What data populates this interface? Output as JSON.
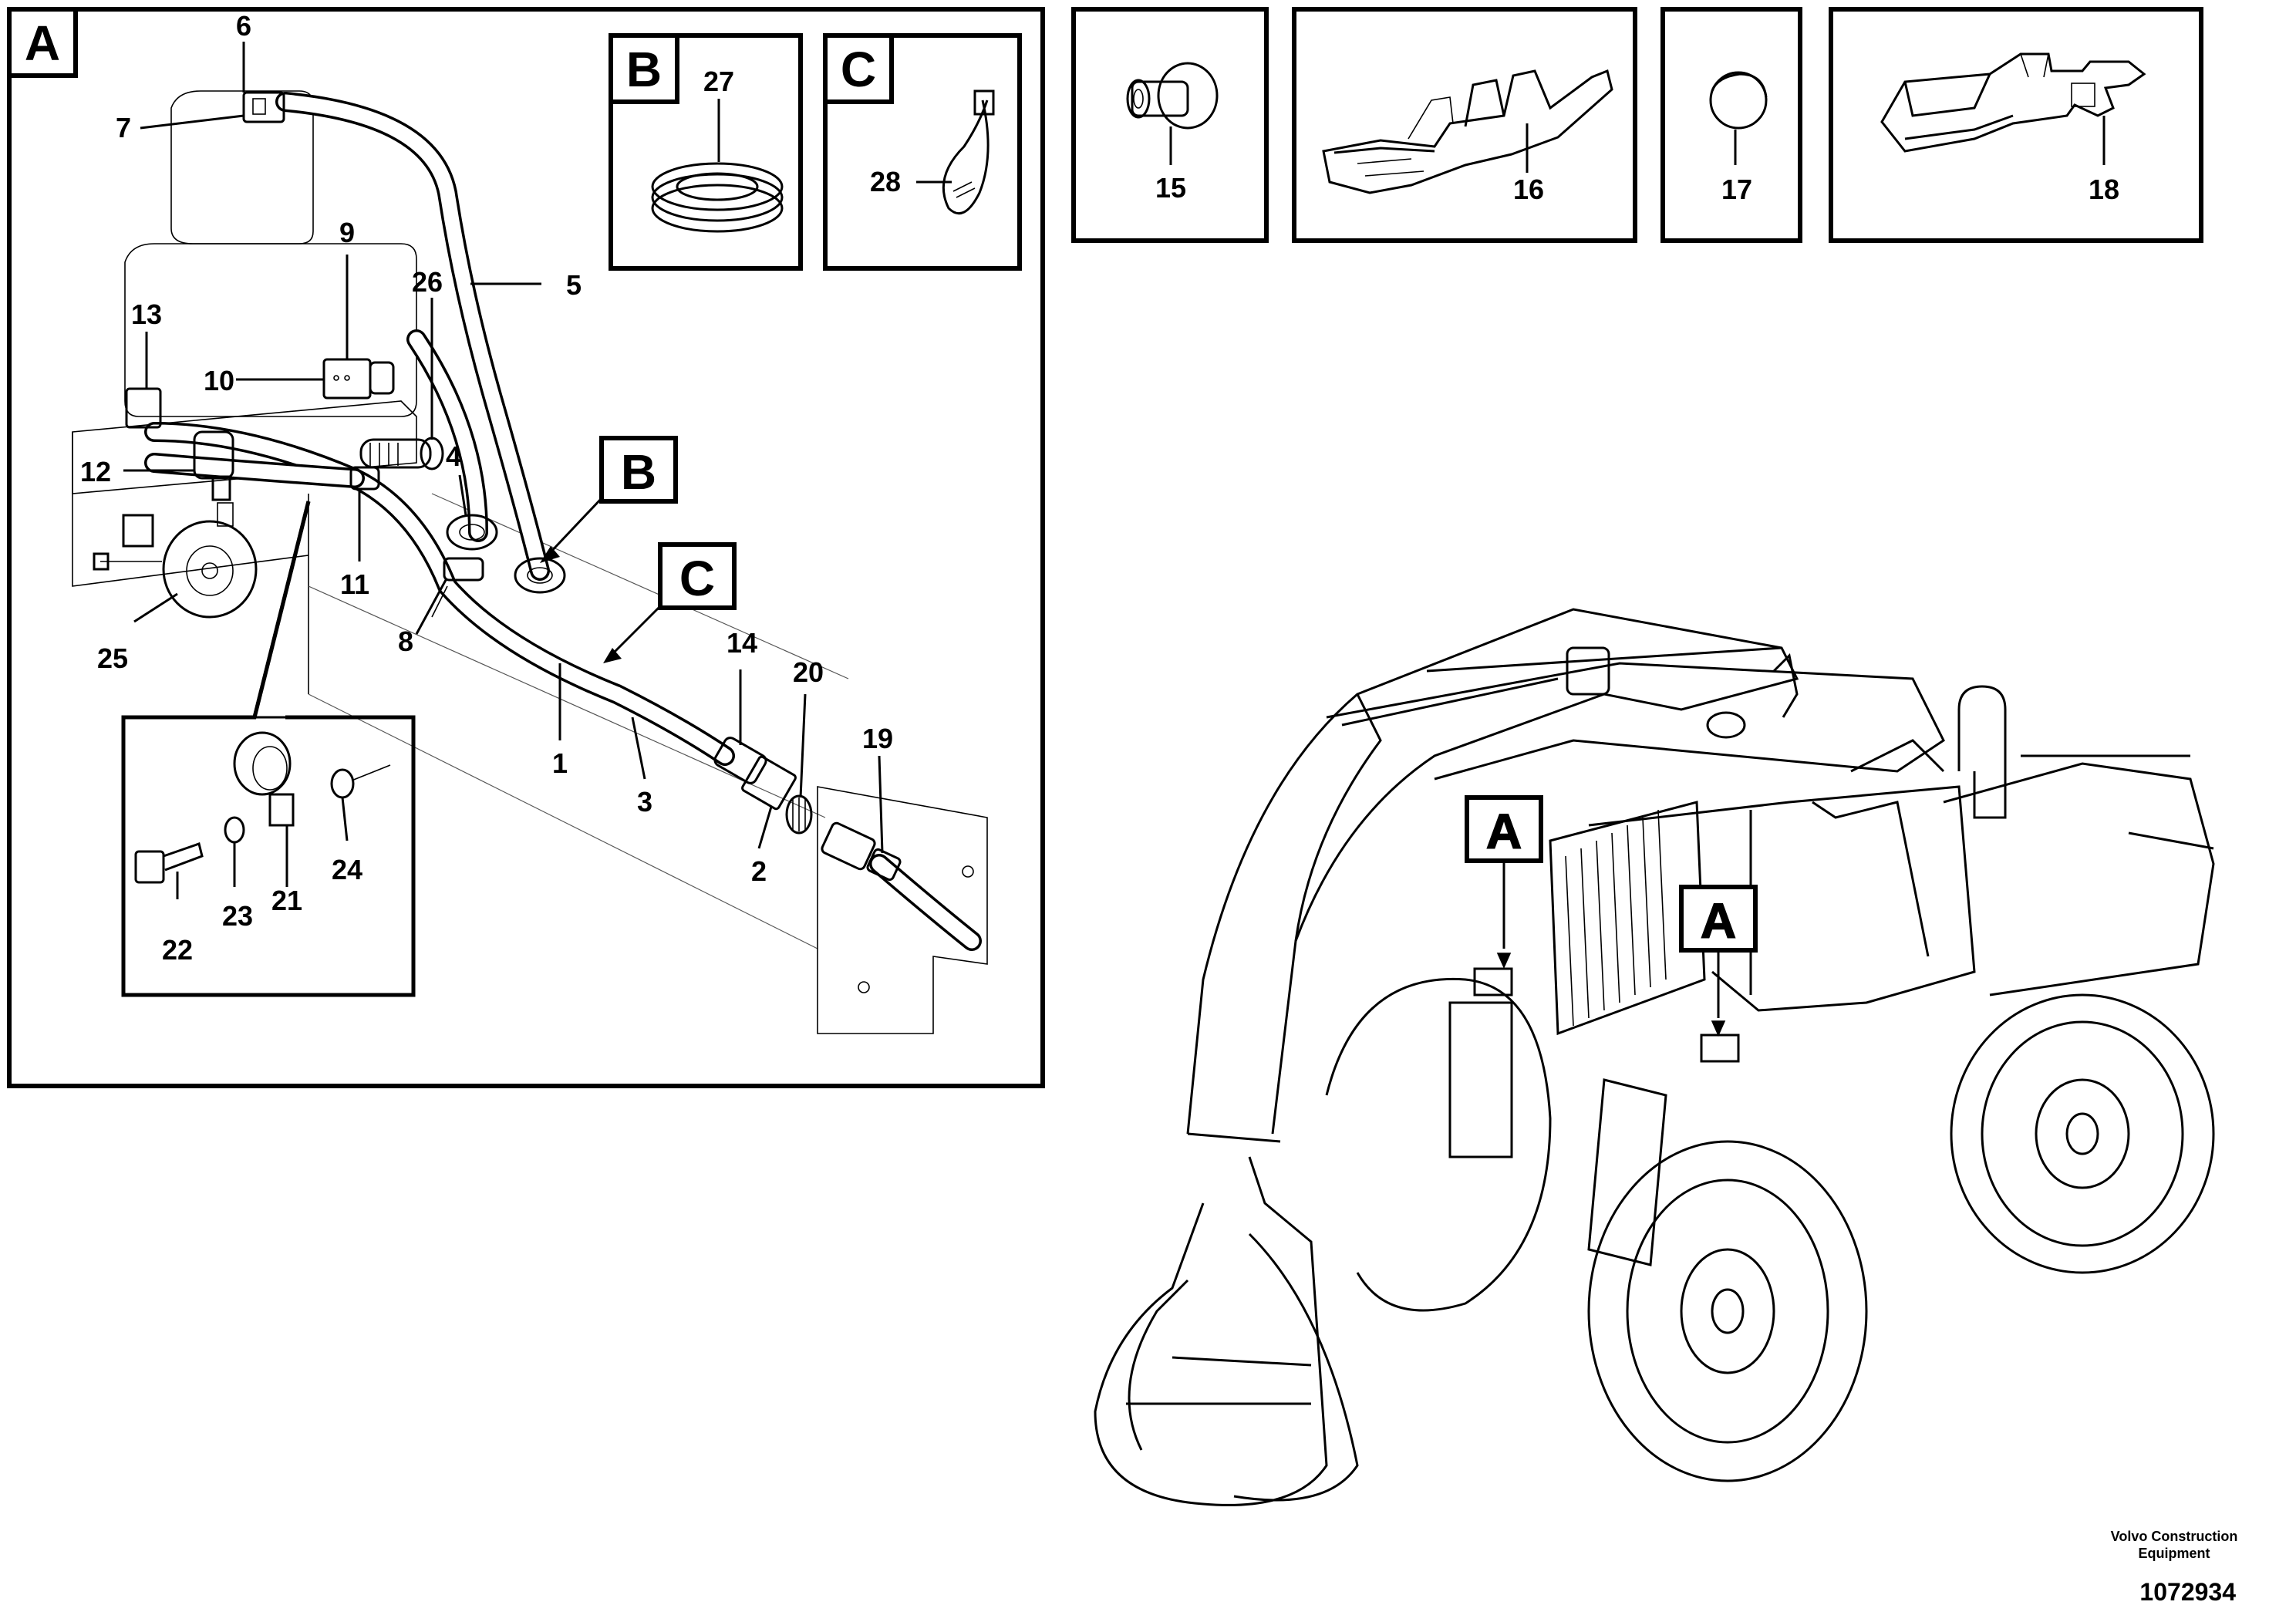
{
  "panels": {
    "A": {
      "tag": "A"
    },
    "B": {
      "tag": "B",
      "item": "27"
    },
    "C": {
      "tag": "C",
      "item": "28"
    }
  },
  "callouts": {
    "B": "B",
    "C": "C",
    "A1": "A",
    "A2": "A"
  },
  "parts": [
    {
      "id": "p15",
      "label": "15"
    },
    {
      "id": "p16",
      "label": "16"
    },
    {
      "id": "p17",
      "label": "17"
    },
    {
      "id": "p18",
      "label": "18"
    }
  ],
  "item_labels": {
    "n1": "1",
    "n2": "2",
    "n3": "3",
    "n4": "4",
    "n5": "5",
    "n6": "6",
    "n7": "7",
    "n8": "8",
    "n9": "9",
    "n10": "10",
    "n11": "11",
    "n12": "12",
    "n13": "13",
    "n14": "14",
    "n19": "19",
    "n20": "20",
    "n21": "21",
    "n22": "22",
    "n23": "23",
    "n24": "24",
    "n25": "25",
    "n26": "26"
  },
  "footer": {
    "company": "Volvo Construction Equipment",
    "document_number": "1072934"
  }
}
